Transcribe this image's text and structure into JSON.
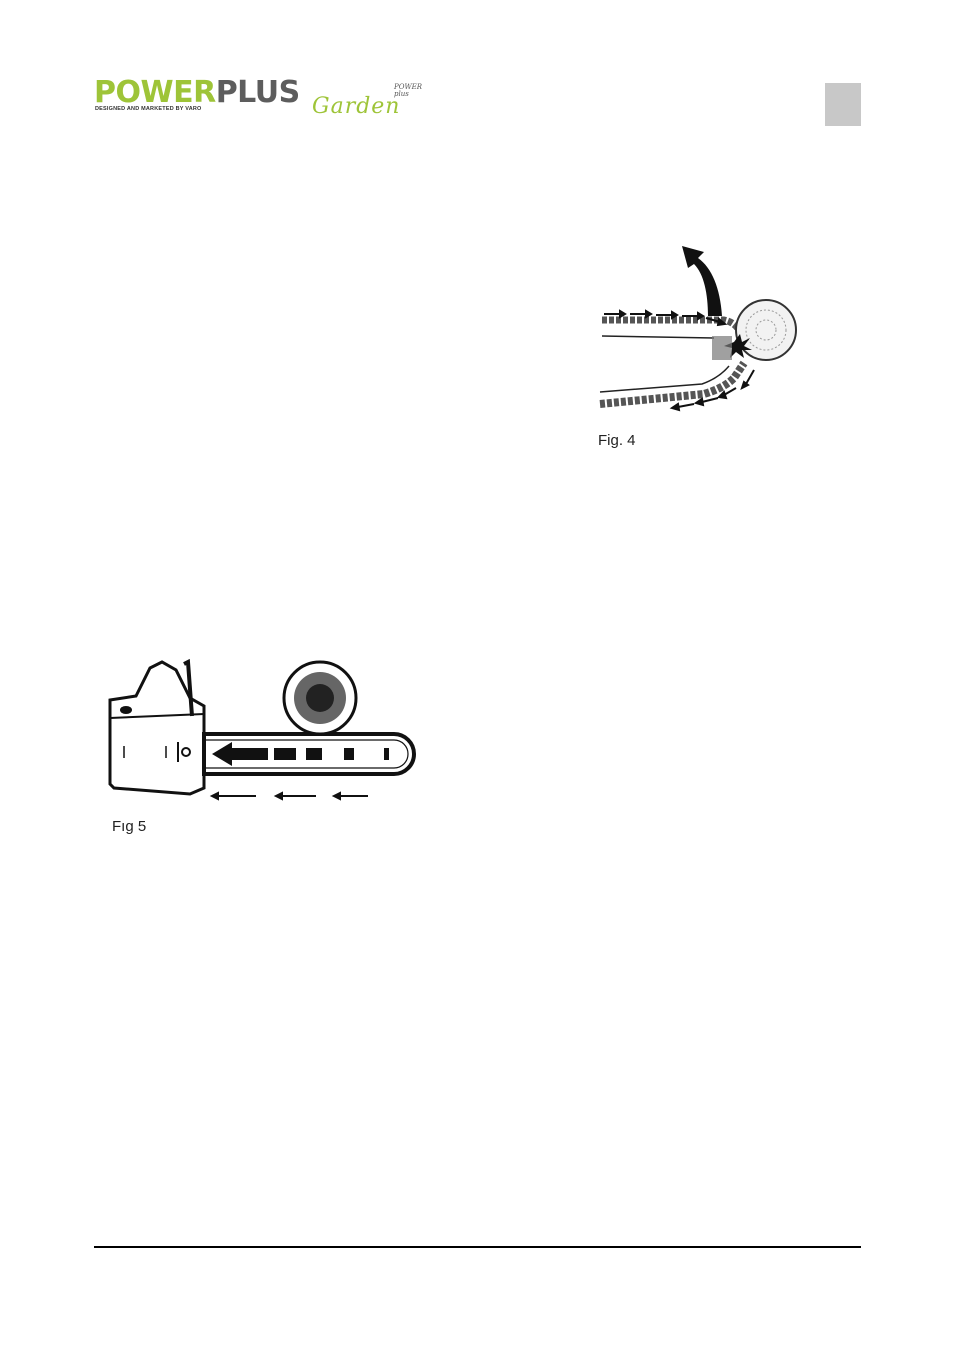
{
  "header": {
    "logo_power": "POWER",
    "logo_plus": "PLUS",
    "logo_tagline": "DESIGNED AND MARKETED BY VARO",
    "logo_garden": "Garden",
    "logo_mini_1": "POWER",
    "logo_mini_2": "plus"
  },
  "figures": {
    "fig4_label": "Fig. 4",
    "fig5_label": "Fıg  5"
  },
  "colors": {
    "brand_green": "#9ec438",
    "brand_grey": "#5d5d5d",
    "tab_grey": "#c8c8c8"
  }
}
